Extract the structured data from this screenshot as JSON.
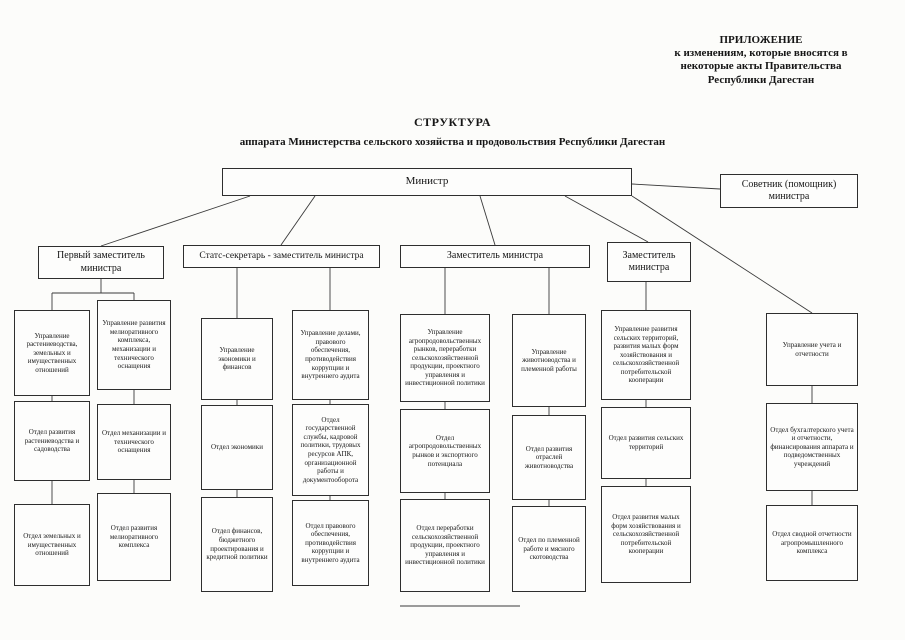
{
  "annotation": {
    "lines": [
      "ПРИЛОЖЕНИЕ",
      "к изменениям, которые вносятся в",
      "некоторые акты Правительства",
      "Республики Дагестан"
    ]
  },
  "title": {
    "line1": "СТРУКТУРА",
    "line2": "аппарата Министерства сельского хозяйства и продовольствия Республики Дагестан"
  },
  "nodes": {
    "minister": "Министр",
    "advisor": "Советник (помощник) министра",
    "first_deputy": "Первый заместитель министра",
    "state_secretary": "Статс-секретарь - заместитель министра",
    "deputy_3": "Заместитель министра",
    "deputy_4": "Заместитель министра",
    "col1a_head": "Управление растениеводства, земельных и имущественных отношений",
    "col1a_b2": "Отдел развития растениеводства и садоводства",
    "col1a_b3": "Отдел земельных и имущественных отношений",
    "col1b_head": "Управление развития мелиоративного комплекса, механизации и технического оснащения",
    "col1b_b2": "Отдел механизации и технического оснащения",
    "col1b_b3": "Отдел развития мелиоративного комплекса",
    "col2a_head": "Управление экономики и финансов",
    "col2a_b2": "Отдел экономики",
    "col2a_b3": "Отдел финансов, бюджетного проектирования и кредитной политики",
    "col2b_head": "Управление делами, правового обеспечения, противодействия коррупции и внутреннего аудита",
    "col2b_b2": "Отдел государственной службы, кадровой политики, трудовых ресурсов АПК, организационной работы и документооборота",
    "col2b_b3": "Отдел правового обеспечения, противодействия коррупции и внутреннего аудита",
    "col3a_head": "Управление агропродовольственных рынков, переработки сельскохозяйственной продукции, проектного управления и инвестиционной политики",
    "col3a_b2": "Отдел агропродовольственных рынков и экспортного потенциала",
    "col3a_b3": "Отдел переработки сельскохозяйственной продукции, проектного управления и инвестиционной политики",
    "col3b_head": "Управление животноводства и племенной работы",
    "col3b_b2": "Отдел развития отраслей животноводства",
    "col3b_b3": "Отдел по племенной работе и мясного скотоводства",
    "col4_head": "Управление развития сельских территорий, развития малых форм хозяйствования и сельскохозяйственной потребительской кооперации",
    "col4_b2": "Отдел развития сельских территорий",
    "col4_b3": "Отдел развития малых форм хозяйствования и сельскохозяйственной потребительской кооперации",
    "col5_head": "Управление учета и отчетности",
    "col5_b2": "Отдел бухгалтерского учета и отчетности, финансирования аппарата и подведомственных учреждений",
    "col5_b3": "Отдел сводной отчетности агропромышленного комплекса"
  }
}
